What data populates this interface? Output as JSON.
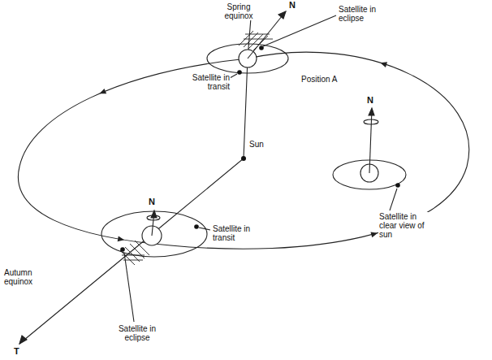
{
  "diagram": {
    "labels": [
      "Spring equinox",
      "N",
      "Satellite in eclipse",
      "Satellite in transit",
      "Sun",
      "Position A",
      "N",
      "Satellite in clear view of sun",
      "N",
      "Satellite in transit",
      "Autumn equinox",
      "Satellite in eclipse",
      "T"
    ]
  }
}
